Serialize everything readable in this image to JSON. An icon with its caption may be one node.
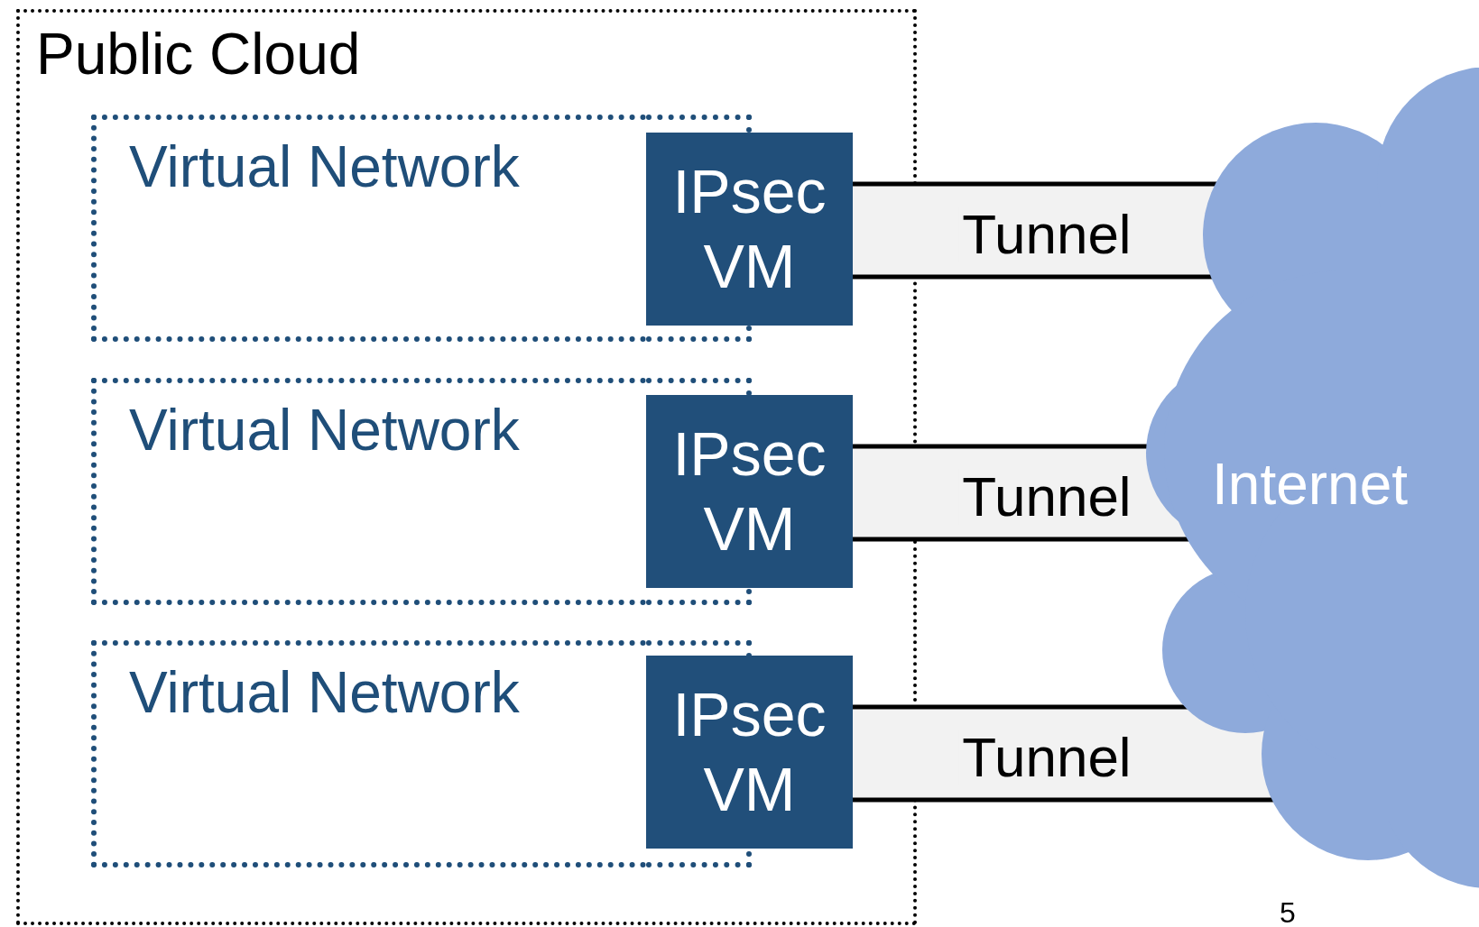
{
  "diagram": {
    "nodes": [
      {
        "text": [
          "Public Cloud"
        ]
      },
      {
        "text": [
          "Virtual Network"
        ],
        "in": 0
      },
      {
        "text": [
          "IPsec VM"
        ],
        "in": 0
      },
      {
        "text": [
          "Virtual Network"
        ],
        "in": 0
      },
      {
        "text": [
          "IPsec VM"
        ],
        "in": 0
      },
      {
        "text": [
          "Virtual Network"
        ],
        "in": 0
      },
      {
        "text": [
          "IPsec VM"
        ],
        "in": 0
      },
      {
        "text": [
          "Internet"
        ]
      }
    ],
    "edges": [
      {
        "from": 2,
        "to": 7,
        "arrow": "none",
        "label": "Tunnel"
      },
      {
        "from": 4,
        "to": 7,
        "arrow": "none",
        "label": "Tunnel"
      },
      {
        "from": 6,
        "to": 7,
        "arrow": "none",
        "label": "Tunnel"
      }
    ],
    "labels": [
      "5"
    ]
  }
}
